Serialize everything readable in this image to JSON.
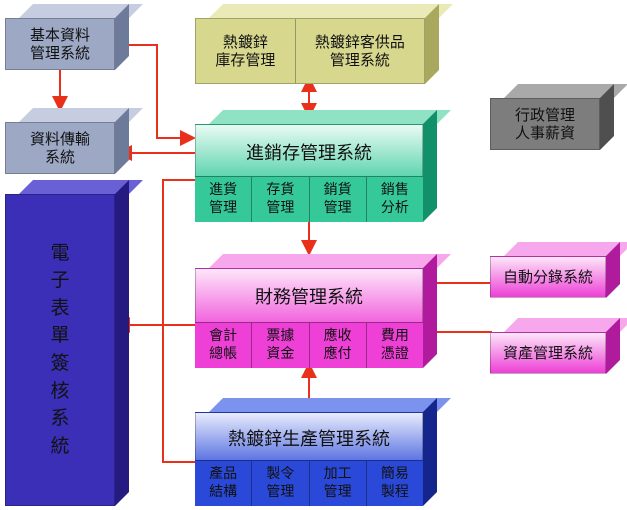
{
  "colors": {
    "gray_face": "#9da8c4",
    "gray_top": "#c7cde0",
    "gray_side": "#6e7a99",
    "olive_face": "#d7d88e",
    "olive_top": "#e9eab8",
    "olive_side": "#a8a95e",
    "green_face": "#35c99a",
    "green_top": "#8fe3c4",
    "green_side": "#12906a",
    "magenta_face": "#ee3fd6",
    "magenta_top": "#f7a8ec",
    "magenta_side": "#b01a9c",
    "blue_face": "#2a49d8",
    "blue_top": "#7b93ee",
    "blue_side": "#14268c",
    "purple_face": "#3a2fb6",
    "purple_side": "#241a80",
    "dark_gray_face": "#7d7d7d",
    "dark_gray_side": "#4f4f4f",
    "arrow": "#e8301a"
  },
  "blocks": {
    "basic_data": {
      "label": "基本資料\n管理系統"
    },
    "data_transfer": {
      "label": "資料傳輸\n系統"
    },
    "e_forms": {
      "label": "電\n子\n表\n單\n簽\n核\n系\n統"
    },
    "galv_inventory": {
      "label": "熱鍍鋅\n庫存管理"
    },
    "galv_customer_supply": {
      "label": "熱鍍鋅客供品\n管理系統"
    },
    "admin_hr": {
      "label": "行政管理\n人事薪資"
    },
    "sales_inventory": {
      "title": "進銷存管理系統",
      "cells": [
        "進貨\n管理",
        "存貨\n管理",
        "銷貨\n管理",
        "銷售\n分析"
      ]
    },
    "finance": {
      "title": "財務管理系統",
      "cells": [
        "會計\n總帳",
        "票據\n資金",
        "應收\n應付",
        "費用\n憑證"
      ]
    },
    "auto_journal": {
      "label": "自動分錄系統"
    },
    "asset_mgmt": {
      "label": "資產管理系統"
    },
    "production": {
      "title": "熱鍍鋅生產管理系統",
      "cells": [
        "產品\n結構",
        "製令\n管理",
        "加工\n管理",
        "簡易\n製程"
      ]
    }
  }
}
